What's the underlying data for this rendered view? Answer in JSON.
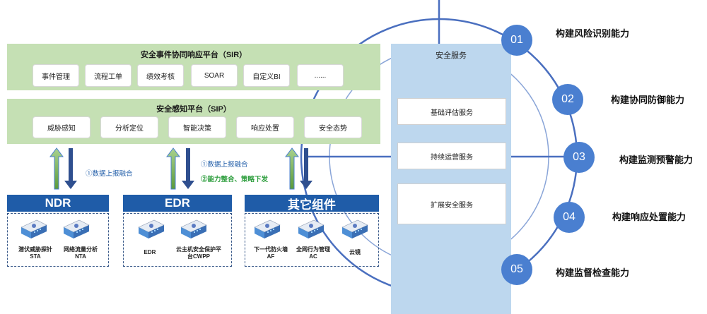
{
  "sir": {
    "title": "安全事件协同响应平台（SIR）",
    "items": [
      "事件管理",
      "流程工单",
      "绩效考核",
      "SOAR",
      "自定义BI",
      "......"
    ]
  },
  "sip": {
    "title": "安全感知平台（SIP）",
    "items": [
      "威胁感知",
      "分析定位",
      "智能决策",
      "响应处置",
      "安全态势"
    ]
  },
  "service": {
    "title": "安全服务",
    "items": [
      "基础评估服务",
      "持续运营服务",
      "扩展安全服务"
    ]
  },
  "flows": {
    "left": "①数据上报融合",
    "mid1": "①数据上报融合",
    "mid2": "②能力整合、策略下发"
  },
  "groups": {
    "ndr": {
      "header": "NDR",
      "devices": [
        {
          "label": "潜伏威胁探针\nSTA"
        },
        {
          "label": "网络流量分析\nNTA"
        }
      ]
    },
    "edr": {
      "header": "EDR",
      "devices": [
        {
          "label": "EDR"
        },
        {
          "label": "云主机安全保护平\n台CWPP"
        }
      ]
    },
    "other": {
      "header": "其它组件",
      "devices": [
        {
          "label": "下一代防火墙\nAF"
        },
        {
          "label": "全网行为管理\nAC"
        },
        {
          "label": "云镜"
        }
      ]
    }
  },
  "capabilities": [
    {
      "num": "01",
      "label": "构建风险识别能力"
    },
    {
      "num": "02",
      "label": "构建协同防御能力"
    },
    {
      "num": "03",
      "label": "构建监测预警能力"
    },
    {
      "num": "04",
      "label": "构建响应处置能力"
    },
    {
      "num": "05",
      "label": "构建监督检查能力"
    }
  ],
  "colors": {
    "panel_green": "#c5e0b4",
    "service_blue": "#bdd7ee",
    "header_blue": "#1f5ca8",
    "circle_blue": "#4a7fd0",
    "arrow_green": "#70ad47",
    "arrow_navy": "#2f4f8f",
    "note_blue": "#1f5ca8",
    "note_green": "#2e9e3e"
  }
}
